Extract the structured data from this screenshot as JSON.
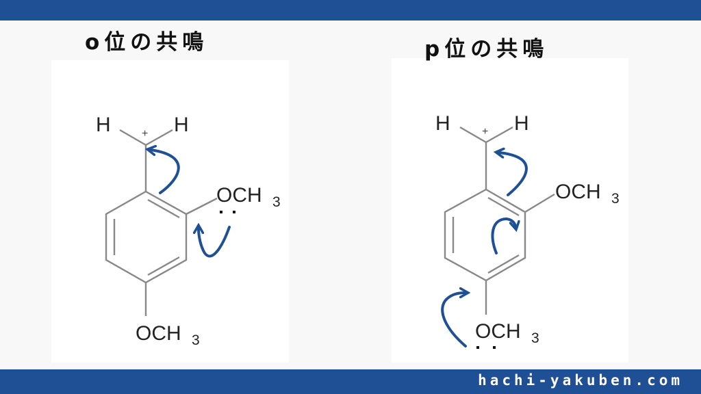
{
  "header": {
    "bar_color": "#1f4f94"
  },
  "footer": {
    "site": "hachi-yakuben.com"
  },
  "panels": [
    {
      "title": "o位の共鳴",
      "atoms": {
        "h_left": "H",
        "h_right": "H",
        "charge": "+",
        "och_right": "OCH",
        "sub_right": "3",
        "och_bottom": "OCH",
        "sub_bottom": "3",
        "lone_pair": "··"
      }
    },
    {
      "title": "p位の共鳴",
      "atoms": {
        "h_left": "H",
        "h_right": "H",
        "charge": "+",
        "och_right": "OCH",
        "sub_right": "3",
        "och_bottom": "OCH",
        "sub_bottom": "3",
        "lone_pair": "··"
      }
    }
  ],
  "colors": {
    "arrow": "#1f4f94",
    "bond": "#888888"
  }
}
